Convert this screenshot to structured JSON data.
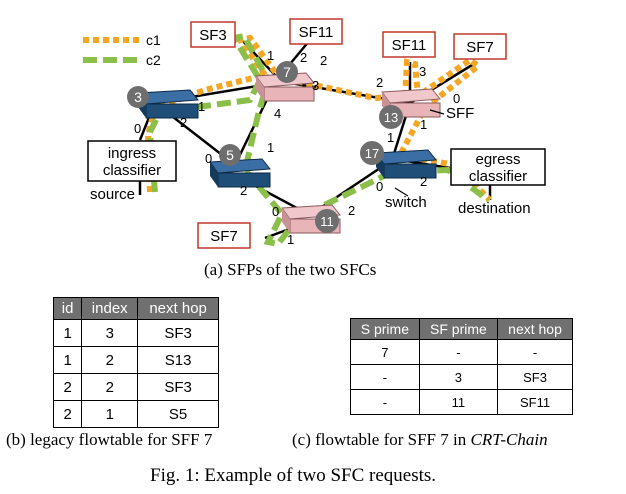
{
  "diagram": {
    "legend": [
      {
        "label": "c1",
        "color": "#f5a623"
      },
      {
        "label": "c2",
        "color": "#8cbf4a"
      }
    ],
    "nodes": [
      {
        "id": "3",
        "kind": "switch"
      },
      {
        "id": "5",
        "kind": "switch"
      },
      {
        "id": "7",
        "kind": "sff"
      },
      {
        "id": "13",
        "kind": "sff"
      },
      {
        "id": "17",
        "kind": "switch"
      },
      {
        "id": "11",
        "kind": "sff"
      }
    ],
    "sf_boxes": [
      "SF3",
      "SF11",
      "SF11",
      "SF7",
      "SF7"
    ],
    "classifiers": [
      "ingress\nclassifier",
      "egress\nclassifier"
    ],
    "labels": {
      "source": "source",
      "destination": "destination",
      "switch": "switch",
      "sff": "SFF"
    },
    "ports": [
      "1",
      "2",
      "0",
      "1",
      "2",
      "0",
      "1",
      "2",
      "3",
      "4",
      "2",
      "3",
      "0",
      "1",
      "1",
      "0",
      "2",
      "0",
      "2",
      "1",
      "2"
    ],
    "caption_a": "(a) SFPs of the two SFCs"
  },
  "table_b": {
    "headers": [
      "id",
      "index",
      "next hop"
    ],
    "rows": [
      [
        "1",
        "3",
        "SF3"
      ],
      [
        "1",
        "2",
        "S13"
      ],
      [
        "2",
        "2",
        "SF3"
      ],
      [
        "2",
        "1",
        "S5"
      ]
    ],
    "caption": "(b) legacy flowtable for SFF 7"
  },
  "table_c": {
    "headers": [
      "S prime",
      "SF prime",
      "next hop"
    ],
    "rows": [
      [
        "7",
        "-",
        "-"
      ],
      [
        "-",
        "3",
        "SF3"
      ],
      [
        "-",
        "11",
        "SF11"
      ]
    ],
    "caption_prefix": "(c) flowtable for SFF 7 in ",
    "caption_italic": "CRT-Chain"
  },
  "figure_caption": "Fig. 1: Example of two SFC requests.",
  "colors": {
    "c1": "#f5a623",
    "c2": "#8cbf4a",
    "switch": "#1f4e79",
    "sff": "#e8b4b8",
    "node_label_bg": "#6e6e6e",
    "sf_border": "#c0392b"
  }
}
